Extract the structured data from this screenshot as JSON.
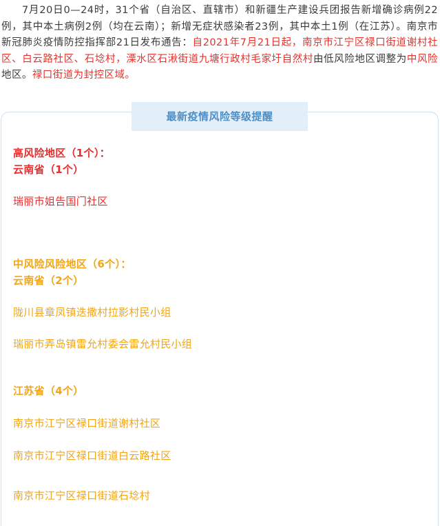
{
  "intro": {
    "seg1": "7月20日0—24时，31个省（自治区、直辖市）和新疆生产建设兵团报告新增确诊病例22例，其中本土病例2例（均在云南）；新增无症状感染者23例，其中本土1例（在江苏）。南京市新冠肺炎疫情防控指挥部21日发布通告：",
    "seg2_red": "自2021年7月21日起，南京市江宁区禄口街道谢村社区、白云路社区、石埝村，",
    "seg3": "溧水区石湫街道九塘行政村毛家圩自然村",
    "seg4": "由低风险地区调整为",
    "seg5_red": "中风险",
    "seg6": "地区。",
    "seg7_red": "禄口街道为封控区域。"
  },
  "banner": {
    "title": "最新疫情风险等级提醒"
  },
  "high_risk": {
    "heading": "高风险地区（1个）：",
    "province": "云南省（1个）",
    "items": [
      "瑞丽市姐告国门社区"
    ]
  },
  "medium_risk": {
    "heading": "中风险风险地区（6个）：",
    "yunnan": {
      "province": "云南省（2个）",
      "items": [
        "陇川县章凤镇迭撒村拉影村民小组",
        "瑞丽市弄岛镇雷允村委会雷允村民小组"
      ]
    },
    "jiangsu": {
      "province": "江苏省（4个）",
      "items": [
        "南京市江宁区禄口街道谢村社区",
        "南京市江宁区禄口街道白云路社区",
        "南京市江宁区禄口街道石埝村"
      ]
    }
  },
  "colors": {
    "red": "#e62e2e",
    "gold": "#f0a616",
    "banner_bg": "#e2eef8",
    "banner_text": "#4f8fc6"
  }
}
